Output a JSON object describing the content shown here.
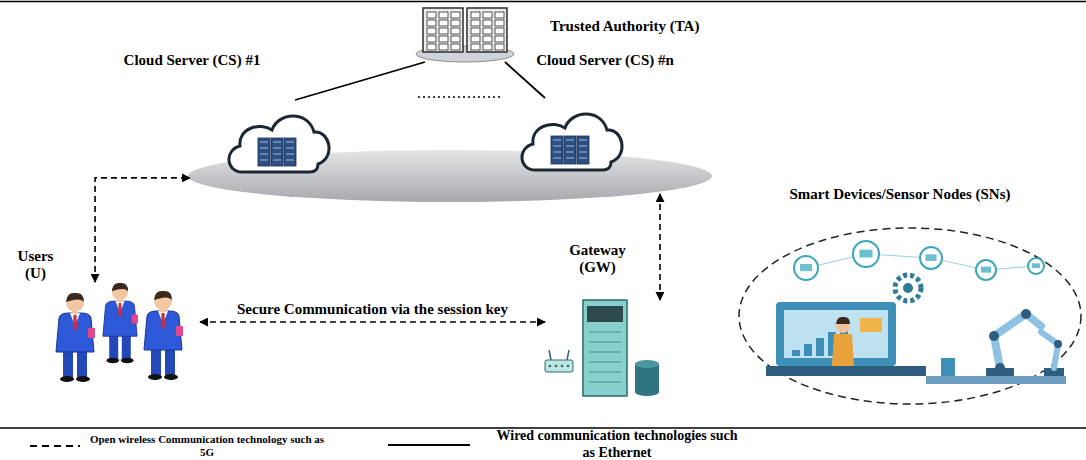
{
  "diagram": {
    "nodes": [
      {
        "text": [
          "Trusted Authority (TA)"
        ]
      },
      {
        "text": [
          "Cloud Server (CS) #1"
        ]
      },
      {
        "text": [
          "Cloud Server (CS) #n"
        ]
      },
      {
        "text": [
          "Users (U)"
        ]
      },
      {
        "text": [
          "Gateway (GW)"
        ]
      },
      {
        "text": [
          "Smart Devices/Sensor Nodes (SNs)"
        ]
      }
    ],
    "edges": [
      {
        "from": 0,
        "to": 1,
        "arrow": "none"
      },
      {
        "from": 0,
        "to": 2,
        "arrow": "none"
      },
      {
        "from": 3,
        "to": 1,
        "arrow": "both"
      },
      {
        "from": 4,
        "to": 2,
        "arrow": "both"
      },
      {
        "from": 3,
        "to": 4,
        "label": "Secure Communication via the session key",
        "arrow": "both"
      }
    ],
    "legend": [
      {
        "text": "Open wireless Communication technology such as 5G"
      },
      {
        "text": "Wired communication technologies such as Ethernet"
      }
    ]
  }
}
